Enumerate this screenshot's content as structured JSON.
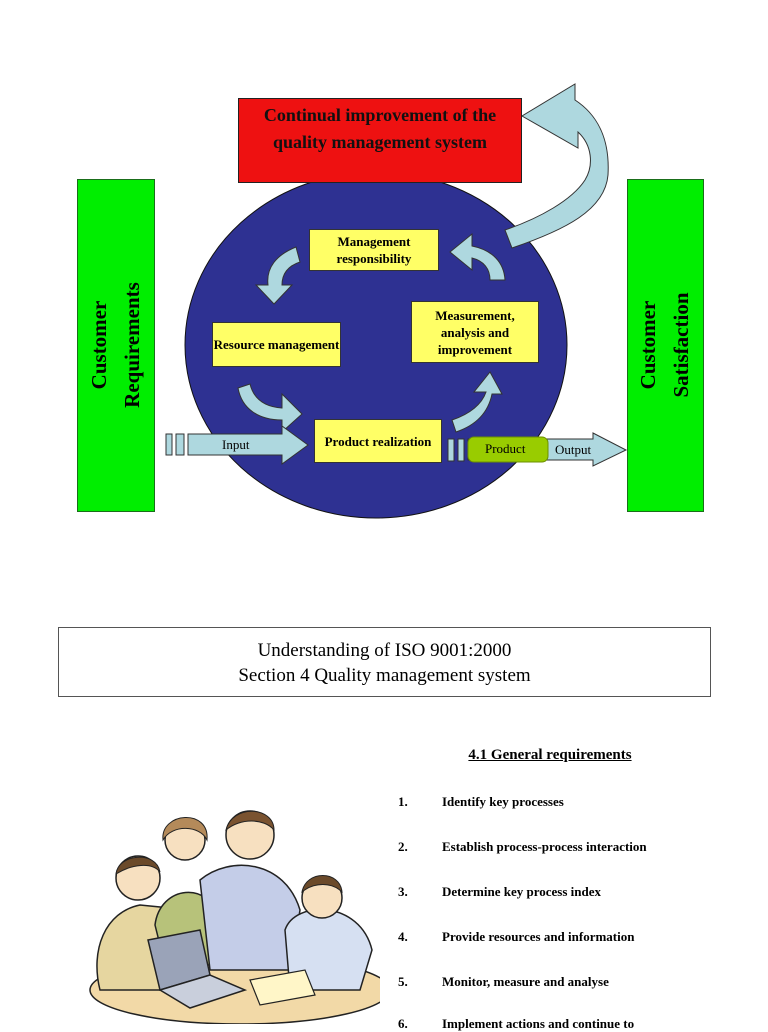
{
  "diagram": {
    "improvement_title": "Continual improvement of the quality management system",
    "left_bar": {
      "line1": "Customer",
      "line2": "Requirements"
    },
    "right_bar": {
      "line1": "Customer",
      "line2": "Satisfaction"
    },
    "boxes": {
      "management": "Management responsibility",
      "resource": "Resource management",
      "measurement": "Measurement, analysis and improvement",
      "product_realization": "Product realization"
    },
    "input_label": "Input",
    "product_label": "Product",
    "output_label": "Output",
    "colors": {
      "circle": "#2e3192",
      "green": "#00ee00",
      "red": "#ee1111",
      "yellow": "#ffff66",
      "arrow": "#aed8df",
      "product": "#99cc00"
    }
  },
  "heading": {
    "line1": "Understanding of ISO 9001:2000",
    "line2": "Section 4   Quality management system"
  },
  "section": {
    "title": "4.1   General requirements",
    "items": [
      {
        "num": "1.",
        "text": "Identify key processes"
      },
      {
        "num": "2.",
        "text": "Establish process-process interaction"
      },
      {
        "num": "3.",
        "text": "Determine key process index"
      },
      {
        "num": "4.",
        "text": "Provide resources and information"
      },
      {
        "num": "5.",
        "text": "Monitor, measure and analyse"
      },
      {
        "num": "6.",
        "text": "Implement actions and continue to"
      }
    ]
  }
}
